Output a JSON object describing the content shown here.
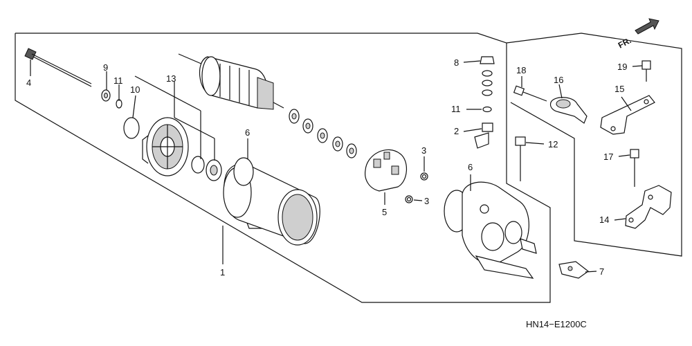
{
  "diagram_code": "HN14−E1200C",
  "direction_label": "FR.",
  "callouts": {
    "c1": "1",
    "c2": "2",
    "c3a": "3",
    "c3b": "3",
    "c4": "4",
    "c5": "5",
    "c6a": "6",
    "c6b": "6",
    "c7": "7",
    "c8": "8",
    "c9": "9",
    "c10": "10",
    "c11a": "11",
    "c11b": "11",
    "c12": "12",
    "c13": "13",
    "c14": "14",
    "c15": "15",
    "c16": "16",
    "c17": "17",
    "c18": "18",
    "c19": "19"
  }
}
